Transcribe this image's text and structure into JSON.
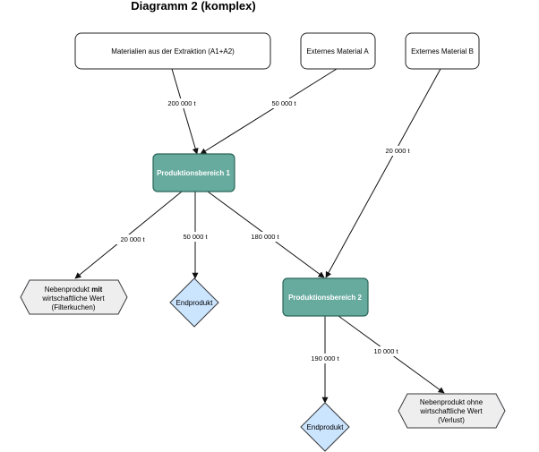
{
  "title": "Diagramm 2 (komplex)",
  "nodes": {
    "extraction": "Materialien aus der Extraktion (A1+A2)",
    "external_a": "Externes Material A",
    "external_b": "Externes Material B",
    "production_1": "Produktionsbereich 1",
    "production_2": "Produktionsbereich 2",
    "byproduct_1": {
      "line1_pre": "Nebenprodukt ",
      "line1_bold": "mit",
      "line2": "wirtschaftliche Wert",
      "line3": "(Filterkuchen)"
    },
    "endproduct_1": "Endprodukt",
    "endproduct_2": "Endprodukt",
    "byproduct_2": {
      "line1": "Nebenprodukt ohne",
      "line2": "wirtschaftliche Wert",
      "line3": "(Verlust)"
    }
  },
  "edges": {
    "extraction_to_p1": "200 000 t",
    "external_a_to_p1": "50 000 t",
    "external_b_to_p2": "20 000 t",
    "p1_to_byproduct": "20 000 t",
    "p1_to_endproduct": "50 000 t",
    "p1_to_p2": "180 000 t",
    "p2_to_endproduct": "190 000 t",
    "p2_to_loss": "10 000 t"
  },
  "colors": {
    "production_fill": "#67AB9F",
    "production_stroke": "#2C6659",
    "endproduct_fill": "#CCE5FF",
    "endproduct_stroke": "#36393D",
    "byproduct_fill": "#EEEEEE",
    "byproduct_stroke": "#36393D"
  }
}
